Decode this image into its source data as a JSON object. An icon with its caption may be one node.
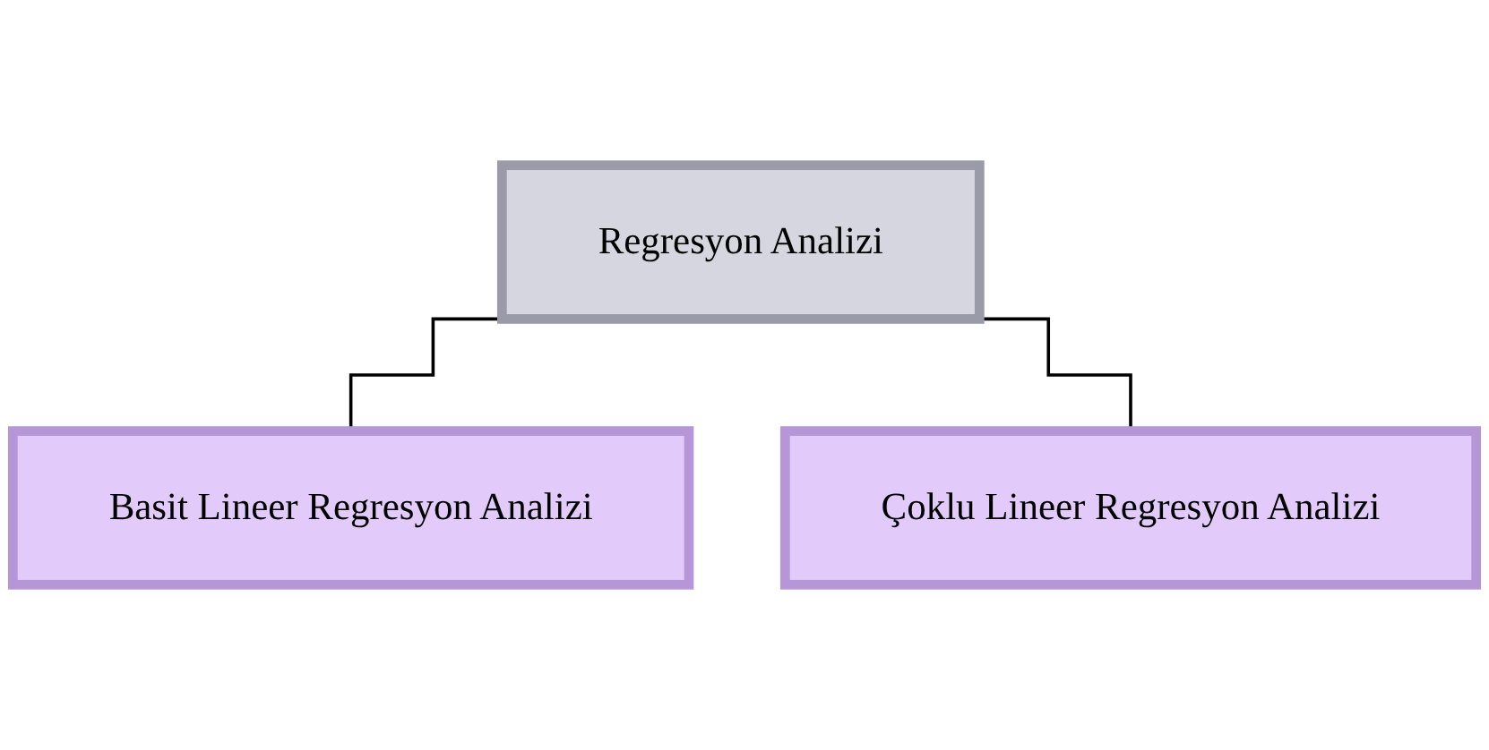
{
  "diagram": {
    "nodes": [
      {
        "text": [
          "Regresyon Analizi"
        ]
      },
      {
        "text": [
          "Basit Lineer Regresyon Analizi"
        ]
      },
      {
        "text": [
          "Çoklu Lineer Regresyon Analizi"
        ]
      }
    ],
    "edges": [
      {
        "from": 0,
        "to": 1,
        "arrow": "none"
      },
      {
        "from": 0,
        "to": 2,
        "arrow": "none"
      }
    ]
  }
}
